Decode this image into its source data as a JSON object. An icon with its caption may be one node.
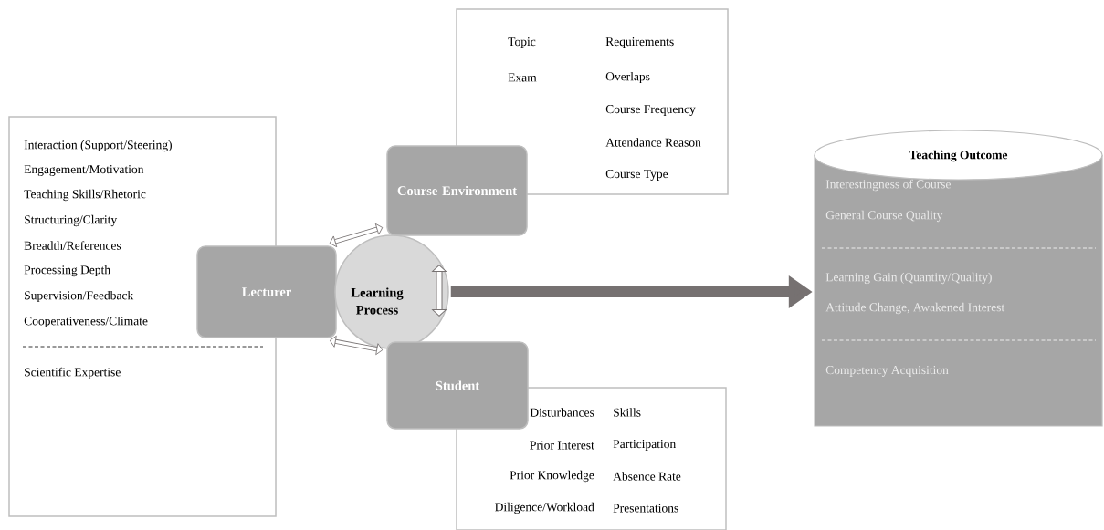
{
  "diagram": {
    "nodes": [
      {
        "text": [
          "Interaction (Support/Steering)",
          "Engagement/Motivation",
          "Teaching Skills/Rhetoric",
          "Structuring/Clarity",
          "Breadth/References",
          "Processing Depth",
          "Supervision/Feedback",
          "Cooperativeness/Climate",
          "Scientific Expertise"
        ]
      },
      {
        "text": [
          "Lecturer"
        ]
      },
      {
        "text": [
          "Topic",
          "Exam",
          "Requirements",
          "Overlaps",
          "Course Frequency",
          "Attendance Reason",
          "Course Type"
        ]
      },
      {
        "text": [
          "Course Environment"
        ]
      },
      {
        "text": [
          "Learning Process"
        ]
      },
      {
        "text": [
          "Student"
        ]
      },
      {
        "text": [
          "Disturbances",
          "Skills",
          "Prior Interest",
          "Participation",
          "Prior Knowledge",
          "Absence Rate",
          "Diligence/Workload",
          "Presentations"
        ]
      },
      {
        "text": [
          "Teaching Outcome",
          "Interestingness of Course",
          "General Course Quality",
          "Learning Gain (Quantity/Quality)",
          "Attitude Change, Awakened Interest",
          "Competency Acquisition"
        ]
      }
    ],
    "edges": [
      {
        "from": 1,
        "to": 3,
        "arrow": "both"
      },
      {
        "from": 1,
        "to": 5,
        "arrow": "both"
      },
      {
        "from": 4,
        "to": 7,
        "arrow": "to",
        "style": "thick",
        "color": "#767171"
      }
    ]
  }
}
